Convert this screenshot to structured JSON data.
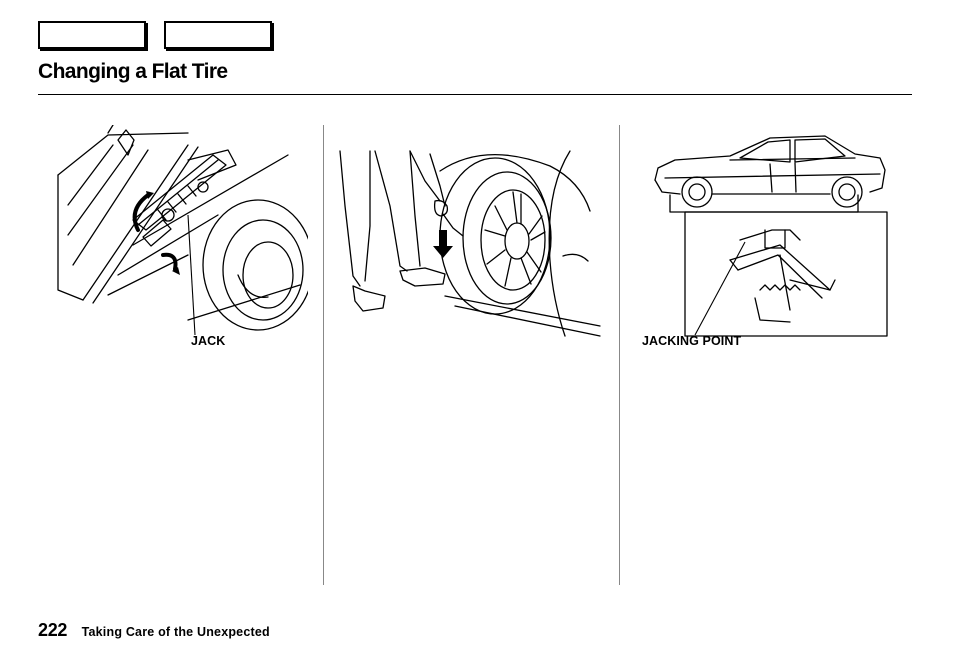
{
  "header": {
    "title": "Changing a Flat Tire"
  },
  "illustrations": {
    "jack_label": "JACK",
    "jacking_point_label": "JACKING POINT"
  },
  "footer": {
    "page_number": "222",
    "section": "Taking Care of the Unexpected"
  }
}
